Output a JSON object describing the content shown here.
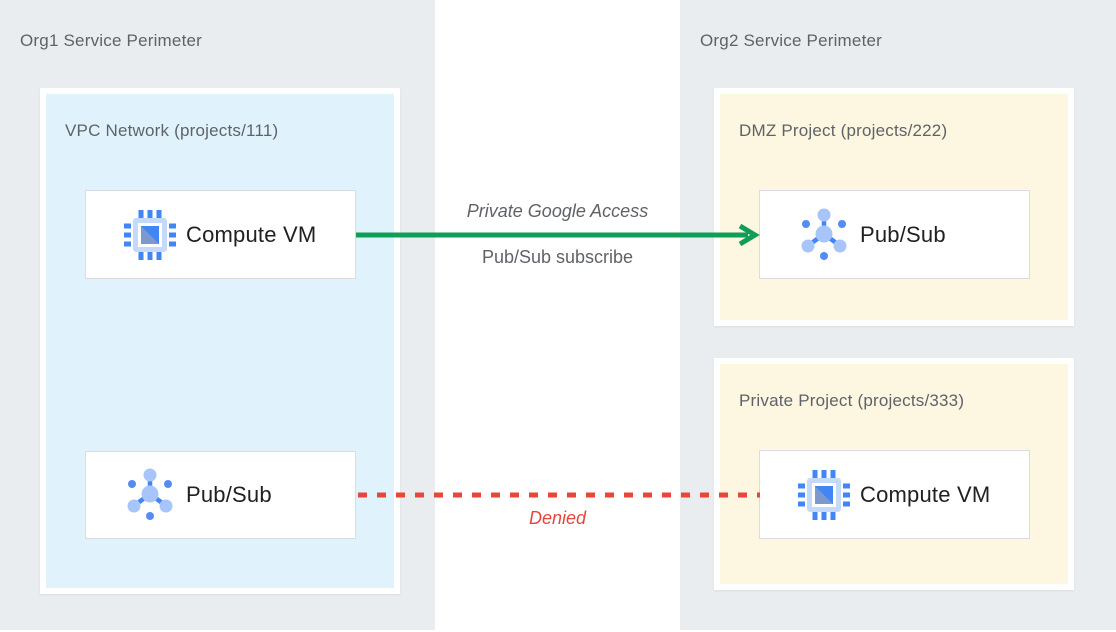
{
  "org1": {
    "title": "Org1 Service Perimeter",
    "vpc": {
      "title": "VPC Network (projects/111)",
      "compute_vm_label": "Compute VM",
      "pubsub_label": "Pub/Sub"
    }
  },
  "org2": {
    "title": "Org2 Service Perimeter",
    "dmz": {
      "title": "DMZ Project (projects/222)",
      "pubsub_label": "Pub/Sub"
    },
    "private": {
      "title": "Private Project (projects/333)",
      "compute_vm_label": "Compute VM"
    }
  },
  "flows": {
    "allowed": {
      "label": "Private Google Access",
      "sublabel": "Pub/Sub subscribe",
      "from": "Org1 Compute VM",
      "to": "Org2 DMZ Pub/Sub",
      "line_style": "solid-arrow",
      "color": "#0f9d58"
    },
    "denied": {
      "label": "Denied",
      "from": "Org1 Pub/Sub",
      "to": "Org2 Private Compute VM",
      "line_style": "dashed",
      "color": "#e8463a"
    }
  },
  "icons": {
    "compute_vm": "compute-vm-chip-icon",
    "pubsub": "pubsub-network-icon"
  },
  "colors": {
    "perimeter_bg": "#e9edf0",
    "vpc_bg": "#e0f3fd",
    "project_bg": "#fdf6e0",
    "node_bg": "#ffffff",
    "node_border": "#dadce0",
    "heading_text": "#5f6368",
    "node_text": "#202124",
    "allowed_green": "#0f9d58",
    "denied_red": "#e8463a",
    "icon_blue": "#4285f4",
    "icon_light_blue": "#c5dafb",
    "icon_pale_blue": "#a7c5fa",
    "icon_muted_blue": "#7b99cc"
  }
}
